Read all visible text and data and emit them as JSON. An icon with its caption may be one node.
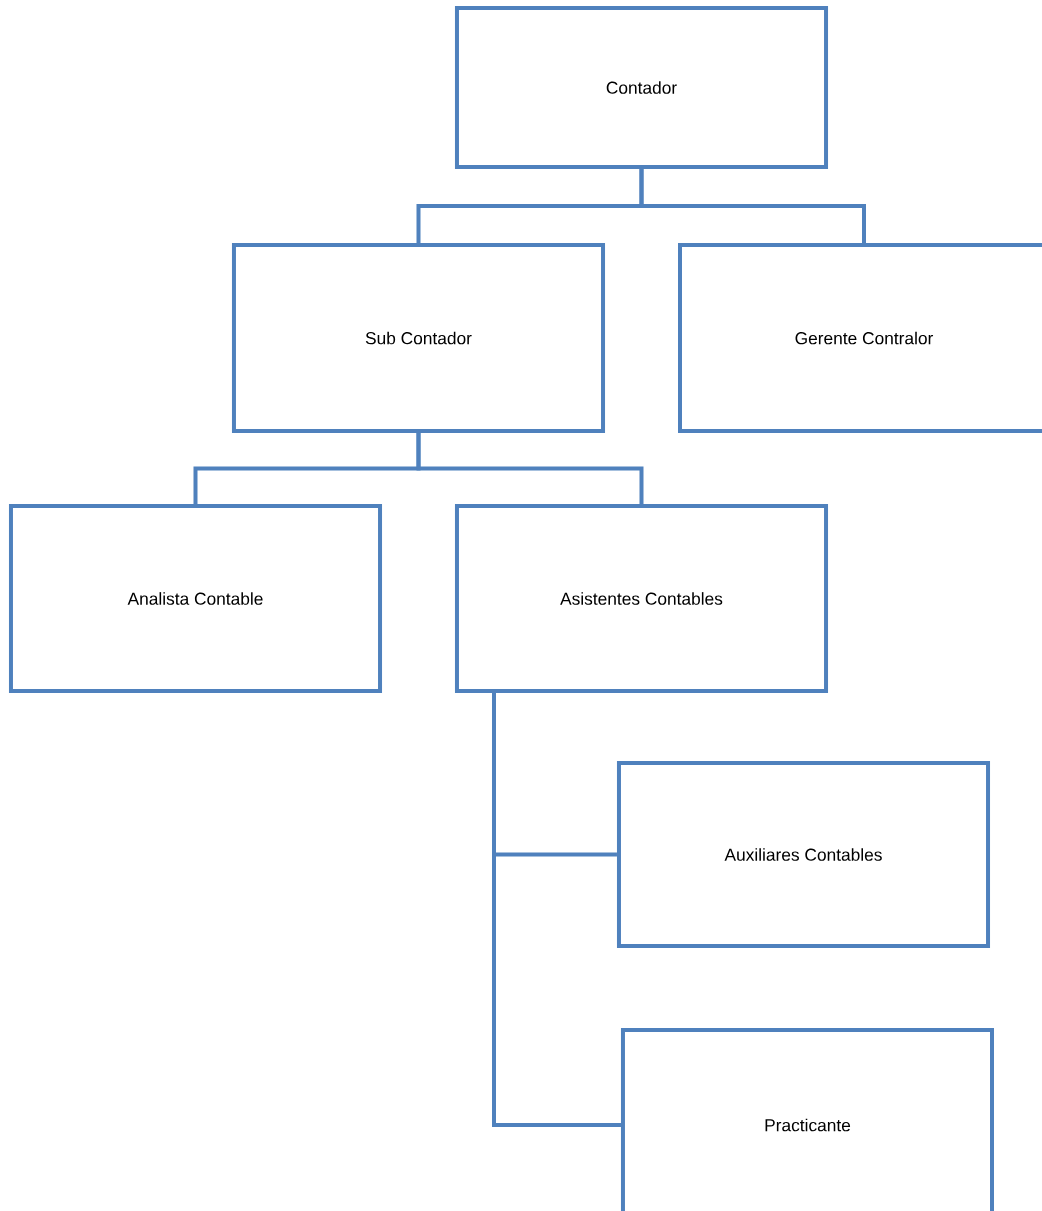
{
  "diagram": {
    "nodes": [
      {
        "text": [
          "Contador"
        ]
      },
      {
        "text": [
          "Sub Contador"
        ]
      },
      {
        "text": [
          "Gerente Contralor"
        ]
      },
      {
        "text": [
          "Analista Contable"
        ]
      },
      {
        "text": [
          "Asistentes Contables"
        ]
      },
      {
        "text": [
          "Auxiliares Contables"
        ]
      },
      {
        "text": [
          "Practicante"
        ]
      }
    ],
    "edges": [
      {
        "from": 0,
        "to": 1,
        "arrow": "none"
      },
      {
        "from": 0,
        "to": 2,
        "arrow": "none"
      },
      {
        "from": 1,
        "to": 3,
        "arrow": "none"
      },
      {
        "from": 1,
        "to": 4,
        "arrow": "none"
      },
      {
        "from": 4,
        "to": 5,
        "arrow": "none"
      },
      {
        "from": 4,
        "to": 6,
        "arrow": "none"
      }
    ]
  }
}
